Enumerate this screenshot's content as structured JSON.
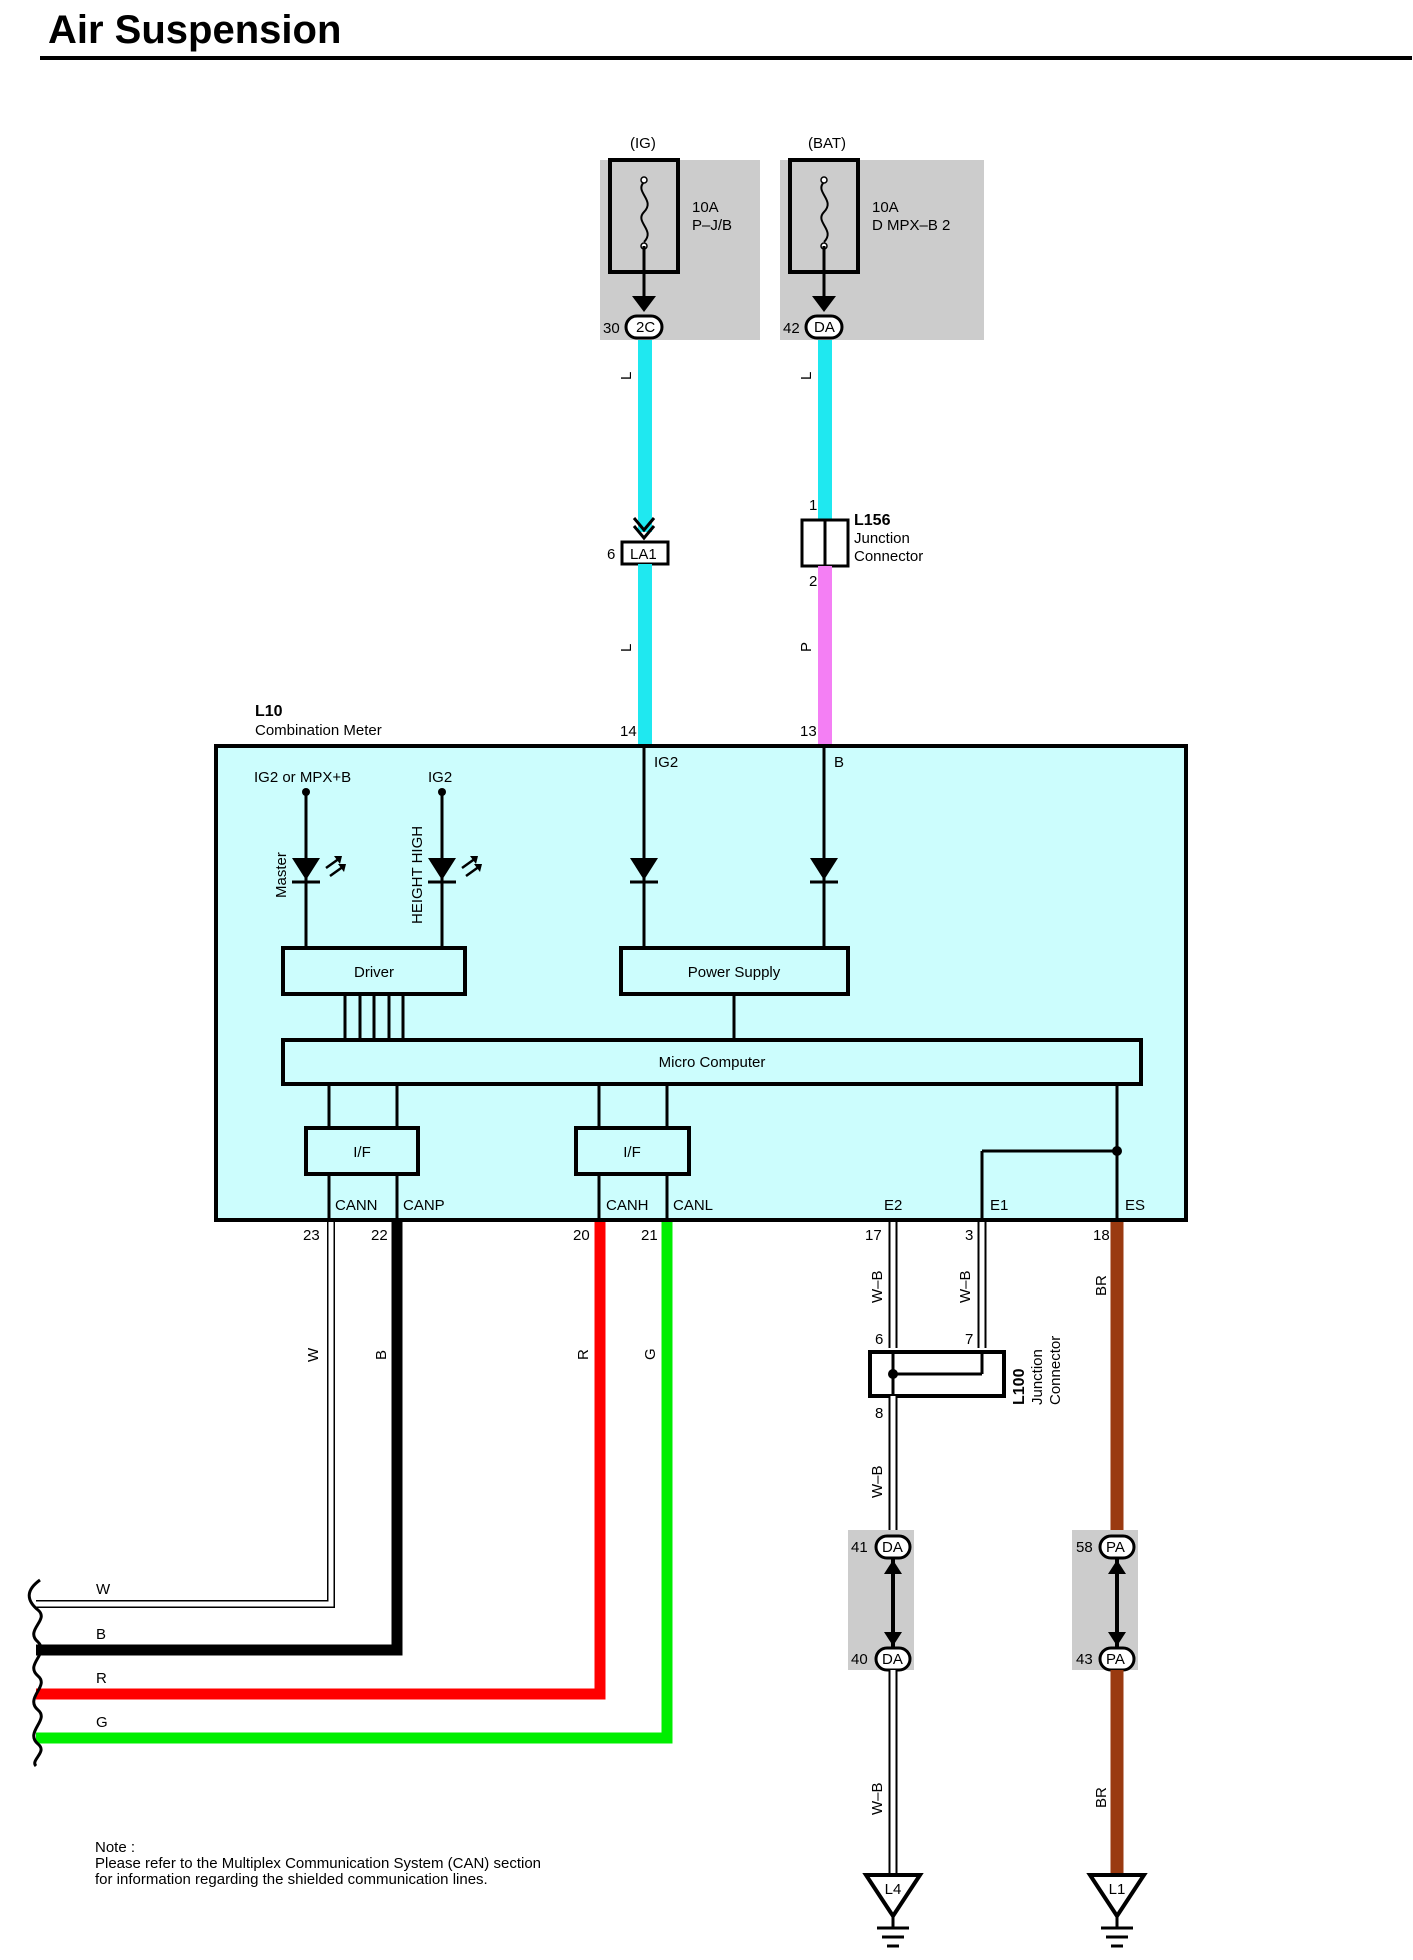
{
  "title": "Air Suspension",
  "colors": {
    "wire_L": "#1fe8f0",
    "wire_P": "#f47ff4",
    "wire_R": "#ff0000",
    "wire_G": "#00ee00",
    "wire_B": "#000000",
    "wire_W": "#ffffff",
    "wire_BR": "#9a3a10",
    "meter_fill": "#ccfdfd",
    "fuse_box": "#cccccc"
  },
  "fuses": [
    {
      "source": "(IG)",
      "rating": "10A",
      "name": "P–J/B",
      "pin": "30",
      "connector": "2C"
    },
    {
      "source": "(BAT)",
      "rating": "10A",
      "name": "D MPX–B 2",
      "pin": "42",
      "connector": "DA"
    }
  ],
  "wires": {
    "ig_upper": "L",
    "ig_lower": "L",
    "bat_upper": "L",
    "bat_lower": "P",
    "w": "W",
    "b": "B",
    "r": "R",
    "g": "G",
    "e2": "W–B",
    "e1": "W–B",
    "es": "BR",
    "l100_out": "W–B",
    "l4_wire": "W–B",
    "l1_wire": "BR"
  },
  "connectors": {
    "la1": {
      "label": "LA1",
      "pin": "6"
    },
    "l156": {
      "id": "L156",
      "name_line1": "Junction",
      "name_line2": "Connector",
      "pin_in": "1",
      "pin_out": "2"
    },
    "l100": {
      "id": "L100",
      "name_line1": "Junction",
      "name_line2": "Connector",
      "pin_a": "6",
      "pin_b": "7",
      "pin_out": "8"
    },
    "da_upper": {
      "label": "DA",
      "pin": "41"
    },
    "da_lower": {
      "label": "DA",
      "pin": "40"
    },
    "pa_upper": {
      "label": "PA",
      "pin": "58"
    },
    "pa_lower": {
      "label": "PA",
      "pin": "43"
    }
  },
  "meter": {
    "id": "L10",
    "name": "Combination Meter",
    "pins": {
      "ig2": {
        "num": "14",
        "label": "IG2"
      },
      "b": {
        "num": "13",
        "label": "B"
      },
      "cann": {
        "num": "23",
        "label": "CANN"
      },
      "canp": {
        "num": "22",
        "label": "CANP"
      },
      "canh": {
        "num": "20",
        "label": "CANH"
      },
      "canl": {
        "num": "21",
        "label": "CANL"
      },
      "e2": {
        "num": "17",
        "label": "E2"
      },
      "e1": {
        "num": "3",
        "label": "E1"
      },
      "es": {
        "num": "18",
        "label": "ES"
      }
    },
    "supply_labels": [
      "IG2 or MPX+B",
      "IG2"
    ],
    "lamps": [
      "Master",
      "HEIGHT HIGH"
    ],
    "blocks": {
      "driver": "Driver",
      "power": "Power Supply",
      "micro": "Micro Computer",
      "if1": "I/F",
      "if2": "I/F"
    }
  },
  "grounds": [
    "L4",
    "L1"
  ],
  "bus": {
    "w": "W",
    "b": "B",
    "r": "R",
    "g": "G"
  },
  "note": {
    "line1": "Note :",
    "line2": "Please refer to the Multiplex Communication System (CAN) section",
    "line3": "for information regarding the shielded communication lines."
  }
}
